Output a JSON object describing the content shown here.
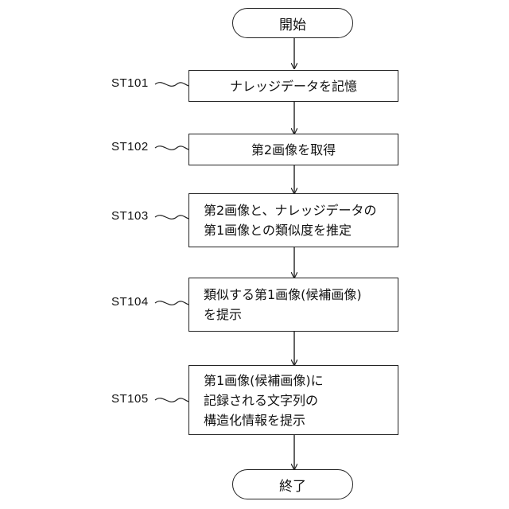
{
  "start": "開始",
  "end": "終了",
  "steps": [
    {
      "id": "ST101",
      "lines": [
        "ナレッジデータを記憶"
      ]
    },
    {
      "id": "ST102",
      "lines": [
        "第2画像を取得"
      ]
    },
    {
      "id": "ST103",
      "lines": [
        "第2画像と、ナレッジデータの",
        "第1画像との類似度を推定"
      ]
    },
    {
      "id": "ST104",
      "lines": [
        "類似する第1画像(候補画像)",
        "を提示"
      ]
    },
    {
      "id": "ST105",
      "lines": [
        "第1画像(候補画像)に",
        "記録される文字列の",
        "構造化情報を提示"
      ]
    }
  ]
}
